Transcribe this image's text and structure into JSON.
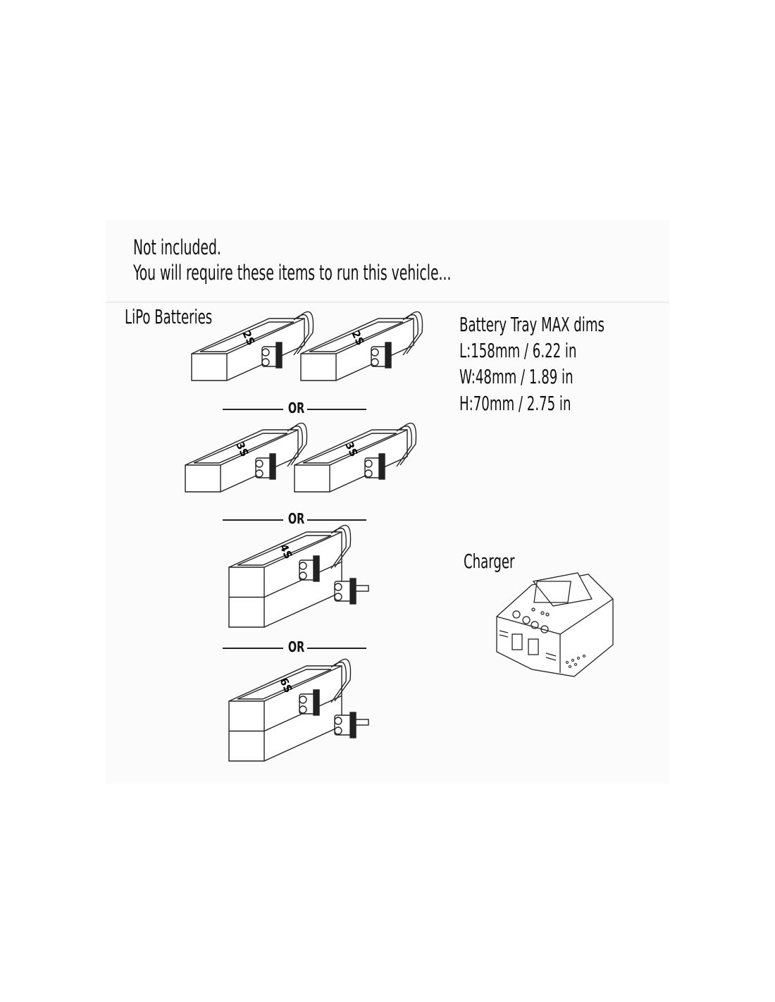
{
  "header": {
    "line1": "Not included.",
    "line2": "You will require these items to run this vehicle..."
  },
  "batteries": {
    "title": "LiPo Batteries",
    "or_label": "OR",
    "groups": [
      {
        "label": "2S",
        "count": 2
      },
      {
        "label": "3S",
        "count": 2
      },
      {
        "label": "4S",
        "count": 1
      },
      {
        "label": "6S",
        "count": 1
      }
    ]
  },
  "tray": {
    "title": "Battery Tray MAX dims",
    "length": "L:158mm / 6.22 in",
    "width": "W:48mm / 1.89 in",
    "height": "H:70mm / 2.75 in"
  },
  "charger": {
    "title": "Charger"
  }
}
